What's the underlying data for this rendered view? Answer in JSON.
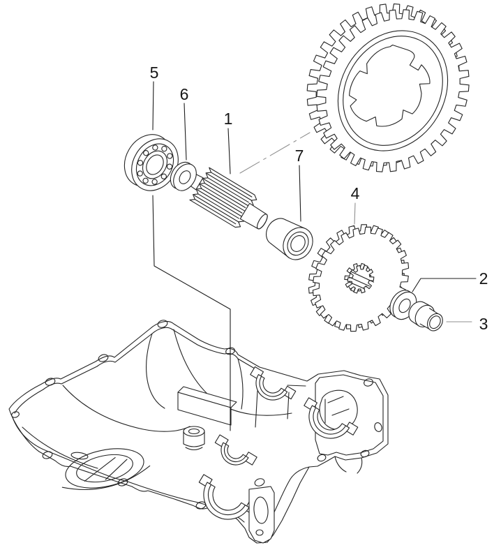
{
  "diagram": {
    "background_color": "#ffffff",
    "line_color": "#222222",
    "leader_line_color": "#1c1c1c",
    "muted_leader_color": "#8f8f8f"
  },
  "callouts": [
    {
      "label": "1"
    },
    {
      "label": "2"
    },
    {
      "label": "3"
    },
    {
      "label": "4"
    },
    {
      "label": "5"
    },
    {
      "label": "6"
    },
    {
      "label": "7"
    }
  ]
}
